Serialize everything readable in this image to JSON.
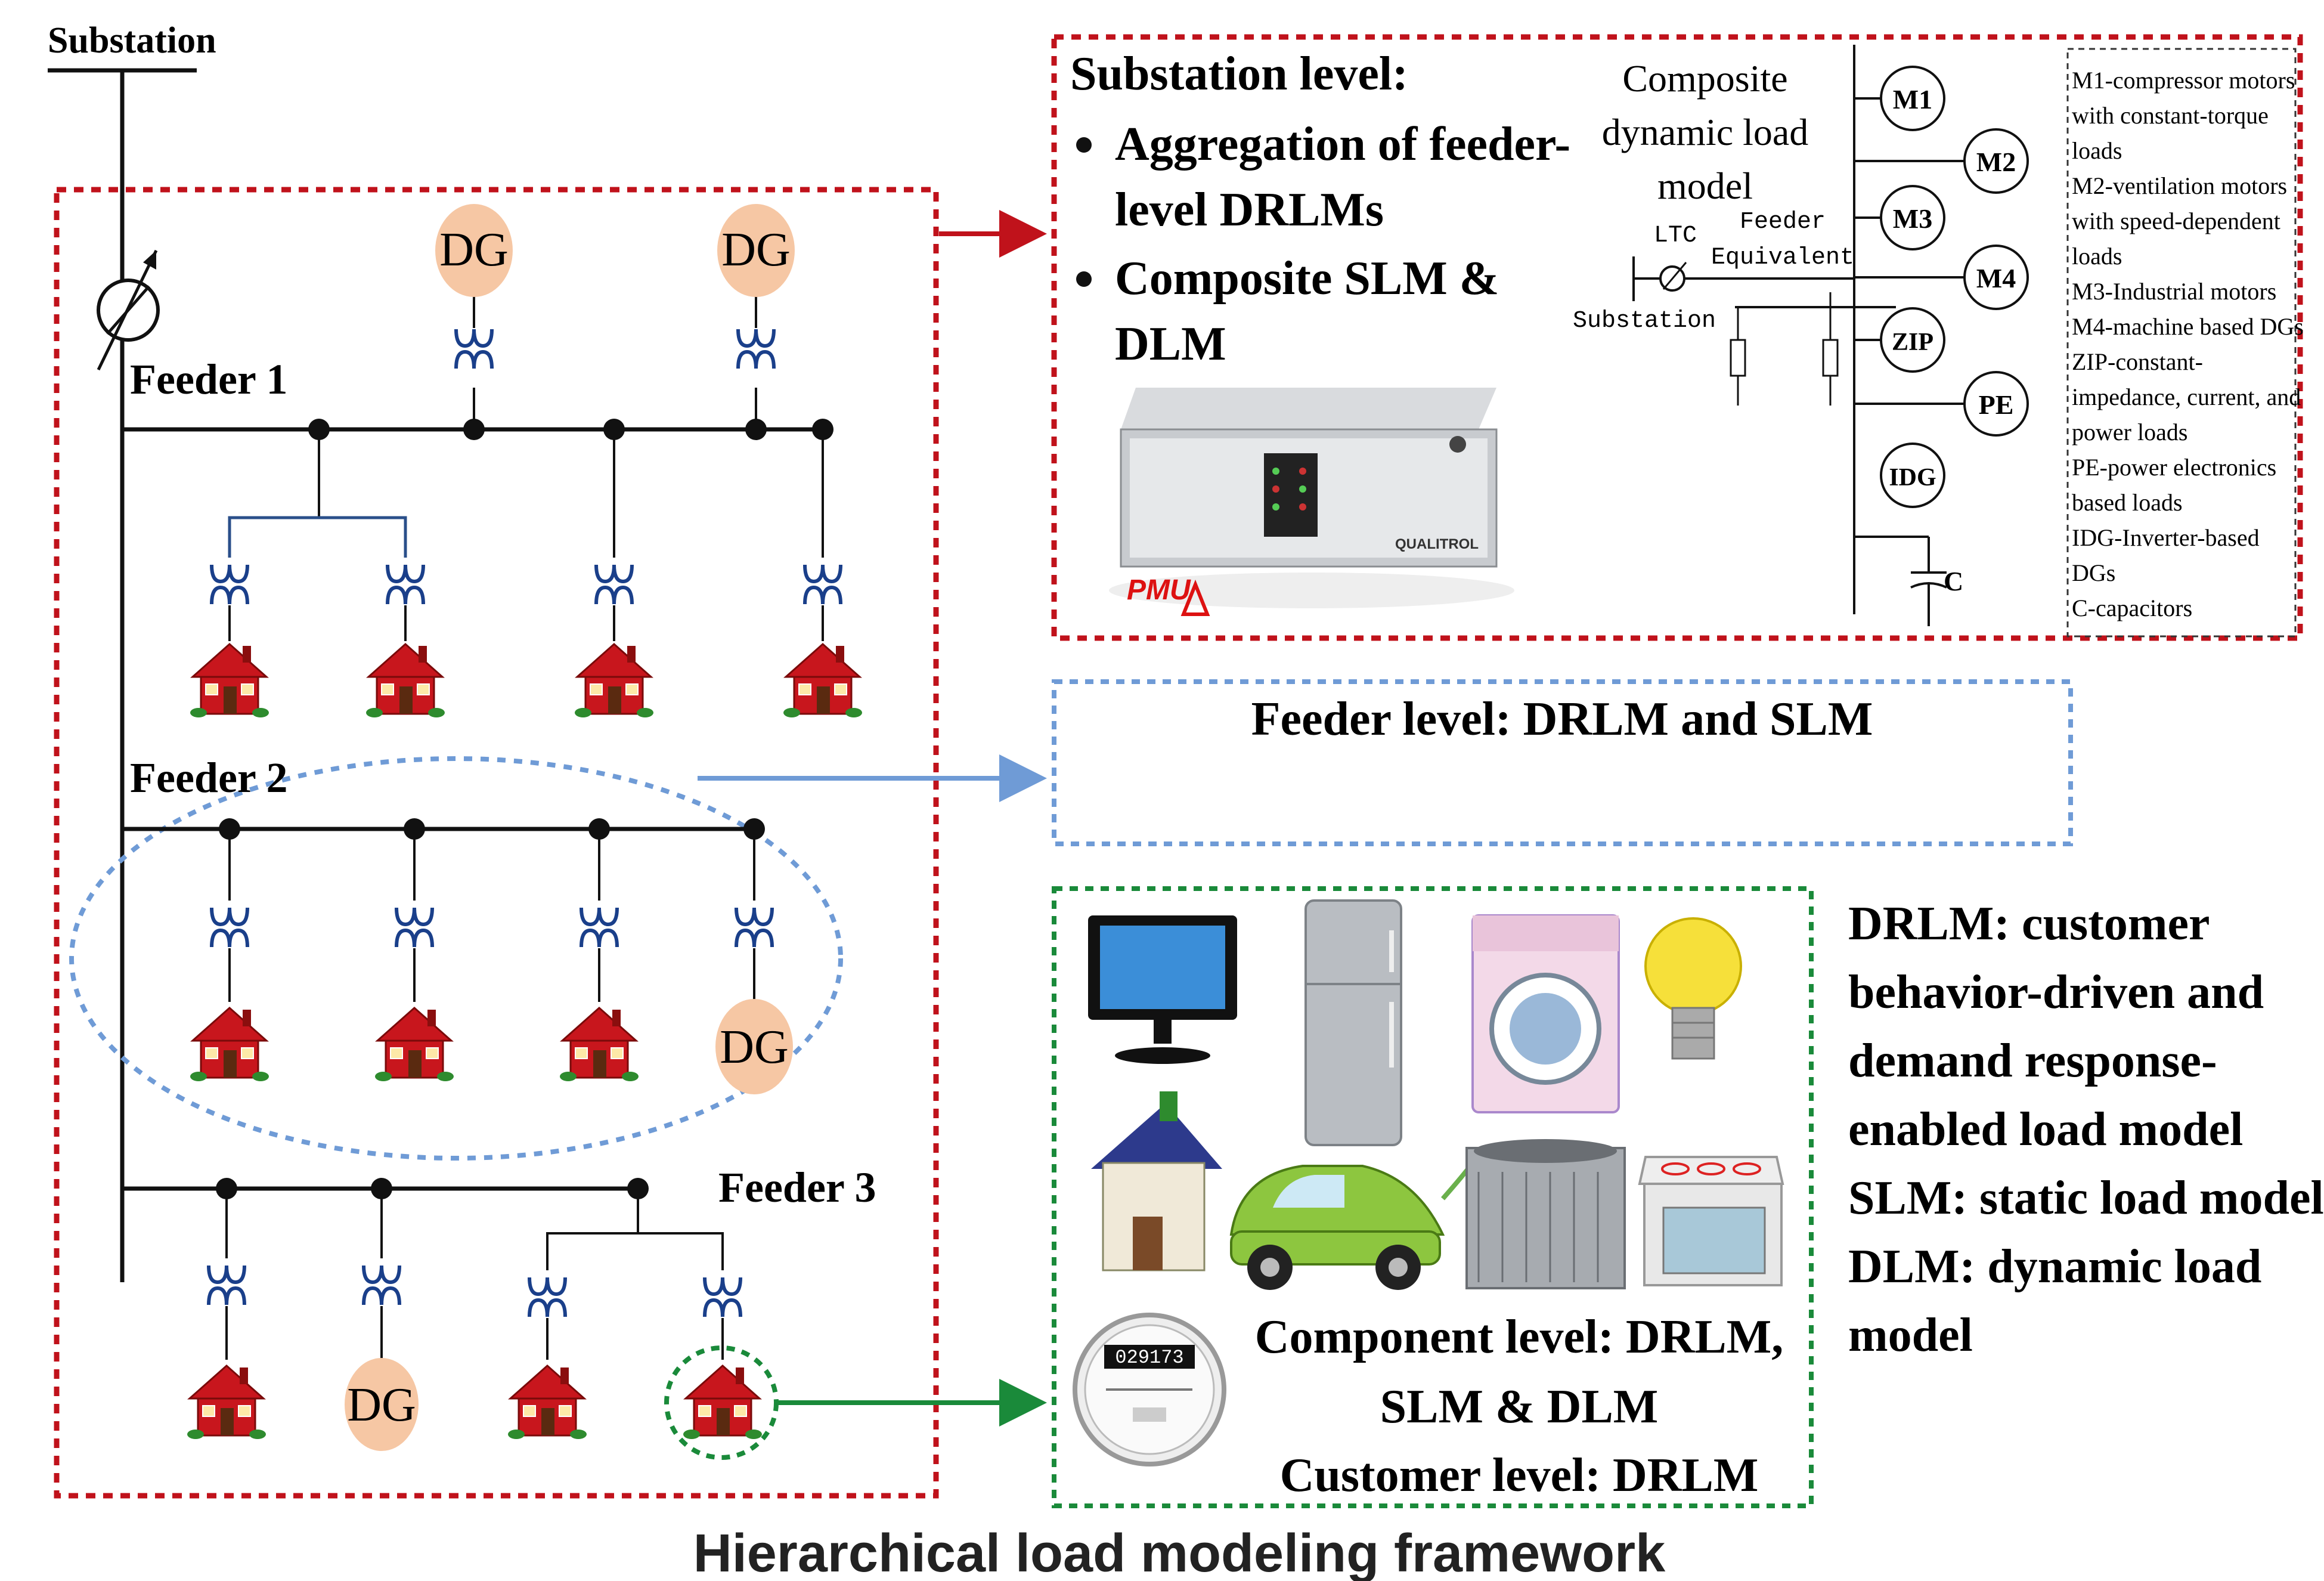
{
  "substation_label": "Substation",
  "feeders": {
    "feeder1": "Feeder 1",
    "feeder2": "Feeder 2",
    "feeder3": "Feeder 3"
  },
  "dg_label": "DG",
  "substation_level": {
    "title": "Substation level:",
    "bullet1_line1": "Aggregation of feeder-",
    "bullet1_line2": "level DRLMs",
    "bullet2_line1": "Composite SLM &",
    "bullet2_line2": "DLM",
    "composite_line1": "Composite",
    "composite_line2": "dynamic load",
    "composite_line3": "model",
    "ltc": "LTC",
    "feeder_equiv_line1": "Feeder",
    "feeder_equiv_line2": "Equivalent",
    "substation_small": "Substation",
    "capacitor": "C",
    "pmu_label": "PMU",
    "device_brand": "QUALITROL",
    "load_nodes": [
      "M1",
      "M2",
      "M3",
      "M4",
      "ZIP",
      "PE",
      "IDG"
    ],
    "legend": [
      "M1-compressor motors",
      "with constant-torque",
      "loads",
      "M2-ventilation motors",
      "with speed-dependent",
      "loads",
      "M3-Industrial motors",
      "M4-machine based DGs",
      "ZIP-constant-",
      "impedance, current, and",
      "power loads",
      "PE-power electronics",
      "based loads",
      "IDG-Inverter-based",
      "DGs",
      "C-capacitors"
    ]
  },
  "feeder_level": "Feeder level: DRLM and SLM",
  "component_level": {
    "line1": "Component level: DRLM,",
    "line2": "SLM & DLM",
    "line3": "Customer level: DRLM",
    "meter_reading": "029173"
  },
  "definitions": [
    "DRLM: customer",
    "behavior-driven and",
    "demand response-",
    "enabled load model",
    "SLM: static load model",
    "DLM: dynamic load",
    "model"
  ],
  "caption": "Hierarchical load modeling framework",
  "colors": {
    "red_box": "#c0121b",
    "blue_box": "#6f9bd6",
    "green_box": "#1a8a3a",
    "dg_fill": "#f6c7a4",
    "house_red": "#c8161d"
  }
}
